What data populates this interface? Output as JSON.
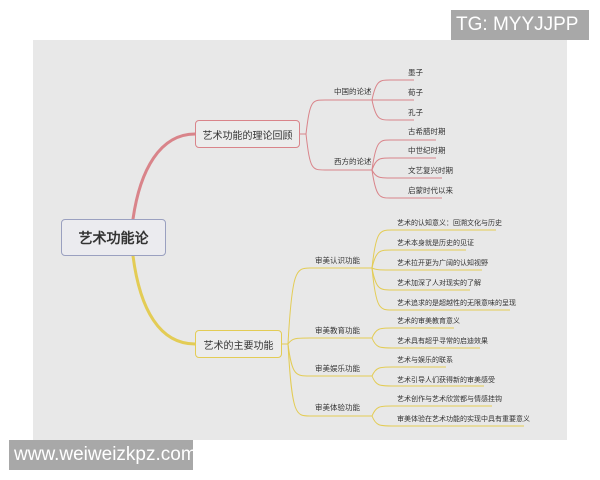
{
  "watermarks": {
    "top": "TG: MYYJJPP",
    "bottom": "www.weiweizkpz.com"
  },
  "colors": {
    "background_panel": "#e8e8e8",
    "root_border": "#9aa0c0",
    "theory_branch": "#d9848a",
    "function_branch": "#e3cc55",
    "watermark_bg": "#a8a8a8"
  },
  "mindmap": {
    "root": "艺术功能论",
    "branches": [
      {
        "label": "艺术功能的理论回顾",
        "children": [
          {
            "label": "中国的论述",
            "children": [
              "墨子",
              "荀子",
              "孔子"
            ]
          },
          {
            "label": "西方的论述",
            "children": [
              "古希腊时期",
              "中世纪时期",
              "文艺复兴时期",
              "启蒙时代以来"
            ]
          }
        ]
      },
      {
        "label": "艺术的主要功能",
        "children": [
          {
            "label": "审美认识功能",
            "children": [
              "艺术的认知意义：回溯文化与历史",
              "艺术本身就是历史的见证",
              "艺术拉开更为广阔的认知视野",
              "艺术加深了人对现实的了解",
              "艺术追求的是超越性的无限意味的呈现"
            ]
          },
          {
            "label": "审美教育功能",
            "children": [
              "艺术的审美教育意义",
              "艺术具有超乎寻常的启迪效果"
            ]
          },
          {
            "label": "审美娱乐功能",
            "children": [
              "艺术与娱乐的联系",
              "艺术引导人们获得新的审美感受"
            ]
          },
          {
            "label": "审美体验功能",
            "children": [
              "艺术创作与艺术欣赏都与情感挂钩",
              "审美体验在艺术功能的实现中具有重要意义"
            ]
          }
        ]
      }
    ]
  }
}
